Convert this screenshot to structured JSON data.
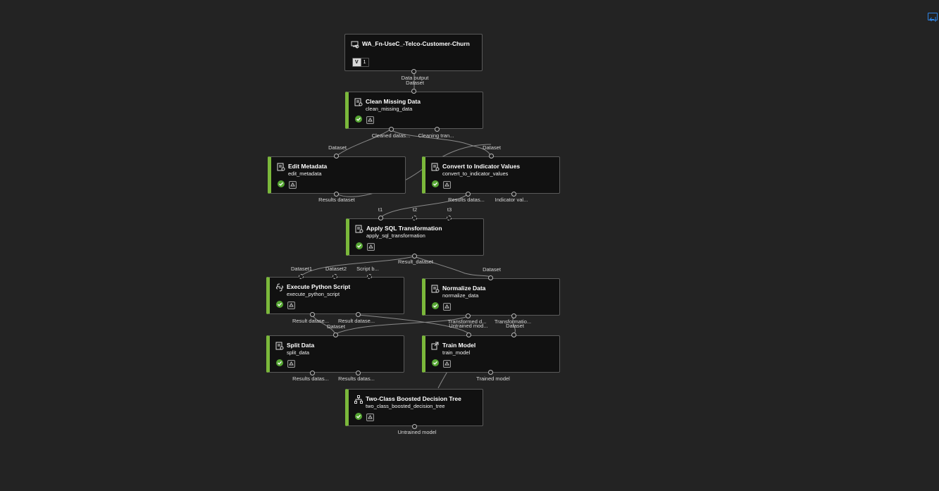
{
  "dataset_node": {
    "title": "WA_Fn-UseC_-Telco-Customer-Churn",
    "version_badge": "V",
    "version_number": "1",
    "output_label": "Data output"
  },
  "clean": {
    "title": "Clean Missing Data",
    "subtitle": "clean_missing_data",
    "in1": "Dataset",
    "out1": "Cleaned datas...",
    "out2": "Cleaning tran..."
  },
  "edit": {
    "title": "Edit Metadata",
    "subtitle": "edit_metadata",
    "in1": "Dataset",
    "out1": "Results dataset"
  },
  "convert": {
    "title": "Convert to Indicator Values",
    "subtitle": "convert_to_indicator_values",
    "in1": "Dataset",
    "out1": "Results datas...",
    "out2": "Indicator val..."
  },
  "sql": {
    "title": "Apply SQL Transformation",
    "subtitle": "apply_sql_transformation",
    "in1": "t1",
    "in2": "t2",
    "in3": "t3",
    "out1": "Result_dataset"
  },
  "python": {
    "title": "Execute Python Script",
    "subtitle": "execute_python_script",
    "in1": "Dataset1",
    "in2": "Dataset2",
    "in3": "Script b...",
    "out1": "Result datase...",
    "out2": "Result datase..."
  },
  "normalize": {
    "title": "Normalize Data",
    "subtitle": "normalize_data",
    "in1": "Dataset",
    "out1": "Transformed d...",
    "out2": "Transformatio..."
  },
  "split": {
    "title": "Split Data",
    "subtitle": "split_data",
    "in1": "Dataset",
    "out1": "Results datas...",
    "out2": "Results datas..."
  },
  "train": {
    "title": "Train Model",
    "subtitle": "train_model",
    "in1": "Untrained mod...",
    "in2": "Dataset",
    "out1": "Trained model"
  },
  "boosted": {
    "title": "Two-Class Boosted Decision Tree",
    "subtitle": "two_class_boosted_decision_tree",
    "out1": "Untrained model"
  },
  "colors": {
    "accent_success": "#7bb83b",
    "canvas": "#232323",
    "node": "#111111",
    "edge": "#8a8a8a",
    "corner_button": "#2f86e8"
  },
  "icons": {
    "module": "module-icon",
    "dataset": "dataset-icon",
    "python": "python-icon",
    "train": "train-icon",
    "tree": "tree-icon",
    "status": "check-circle-icon",
    "reuse": "recycle-icon",
    "panel": "collapse-panel-icon"
  }
}
